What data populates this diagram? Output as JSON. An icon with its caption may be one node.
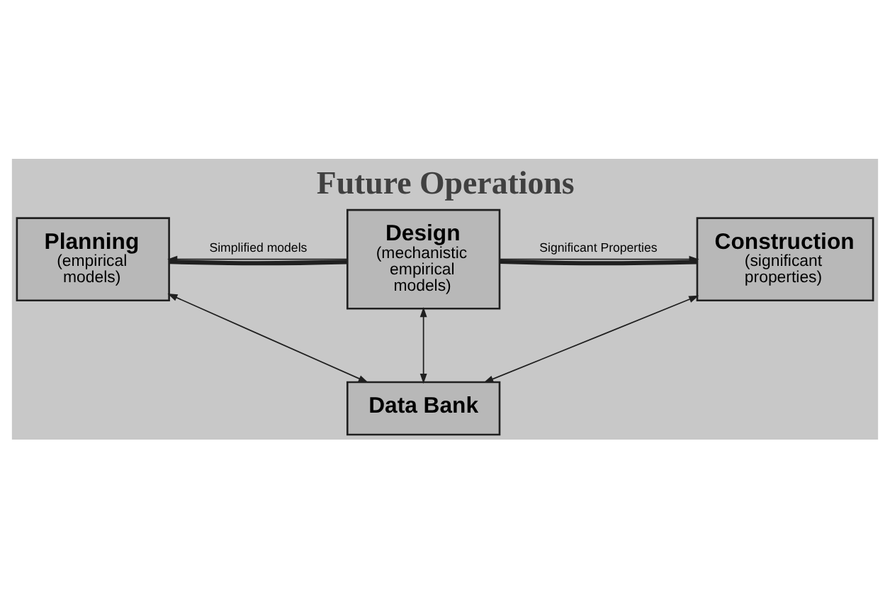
{
  "diagram": {
    "title": "Future Operations",
    "nodes": [
      {
        "text": [
          "Planning",
          "(empirical models)"
        ]
      },
      {
        "text": [
          "Design",
          "(mechanistic empirical models)"
        ]
      },
      {
        "text": [
          "Construction",
          "(significant properties)"
        ]
      },
      {
        "text": [
          "Data Bank"
        ]
      }
    ],
    "edges": [
      {
        "from": 1,
        "to": 0,
        "arrow": "to",
        "label": "Simplified models"
      },
      {
        "from": 1,
        "to": 2,
        "arrow": "to",
        "label": "Significant Properties"
      },
      {
        "from": 0,
        "to": 1,
        "arrow": "none",
        "style": "thick"
      },
      {
        "from": 1,
        "to": 2,
        "arrow": "none",
        "style": "thick"
      },
      {
        "from": 1,
        "to": 3,
        "arrow": "both"
      },
      {
        "from": 0,
        "to": 3,
        "arrow": "both"
      },
      {
        "from": 3,
        "to": 2,
        "arrow": "both"
      }
    ]
  }
}
